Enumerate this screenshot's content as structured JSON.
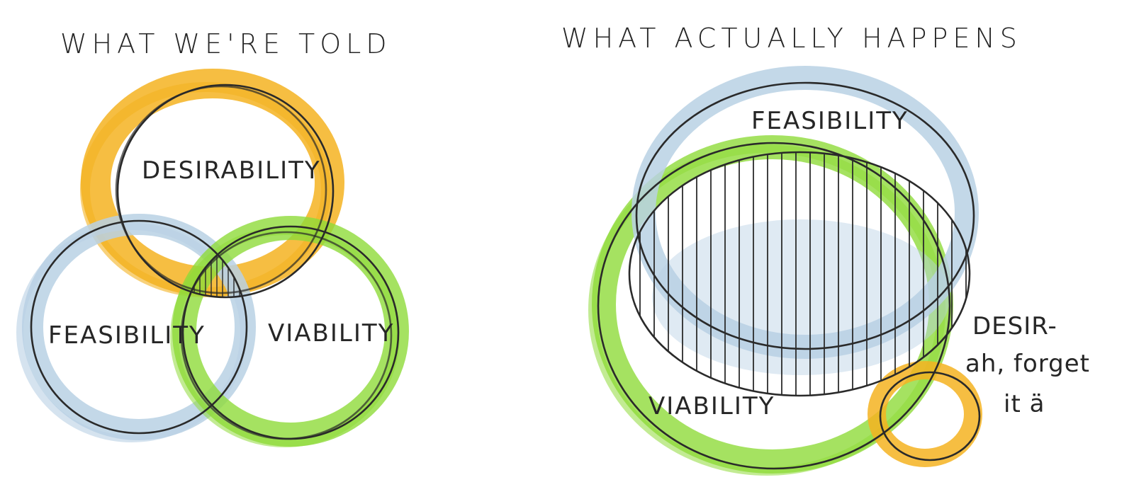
{
  "left_panel": {
    "title": "WHAT WE'RE TOLD",
    "labels": {
      "desirability": "DESIRABILITY",
      "feasibility": "FEASIBILITY",
      "viability": "VIABILITY"
    }
  },
  "right_panel": {
    "title": "WHAT ACTUALLY HAPPENS",
    "labels": {
      "feasibility": "FEASIBILITY",
      "viability": "VIABILITY"
    },
    "note": {
      "line1": "DESIR-",
      "line2": "ah, forget",
      "line3": "it ä"
    }
  },
  "colors": {
    "desirability": "#f4b321",
    "feasibility": "#b9d1e4",
    "viability": "#8fdb3a",
    "ink": "#2a2a2a"
  }
}
